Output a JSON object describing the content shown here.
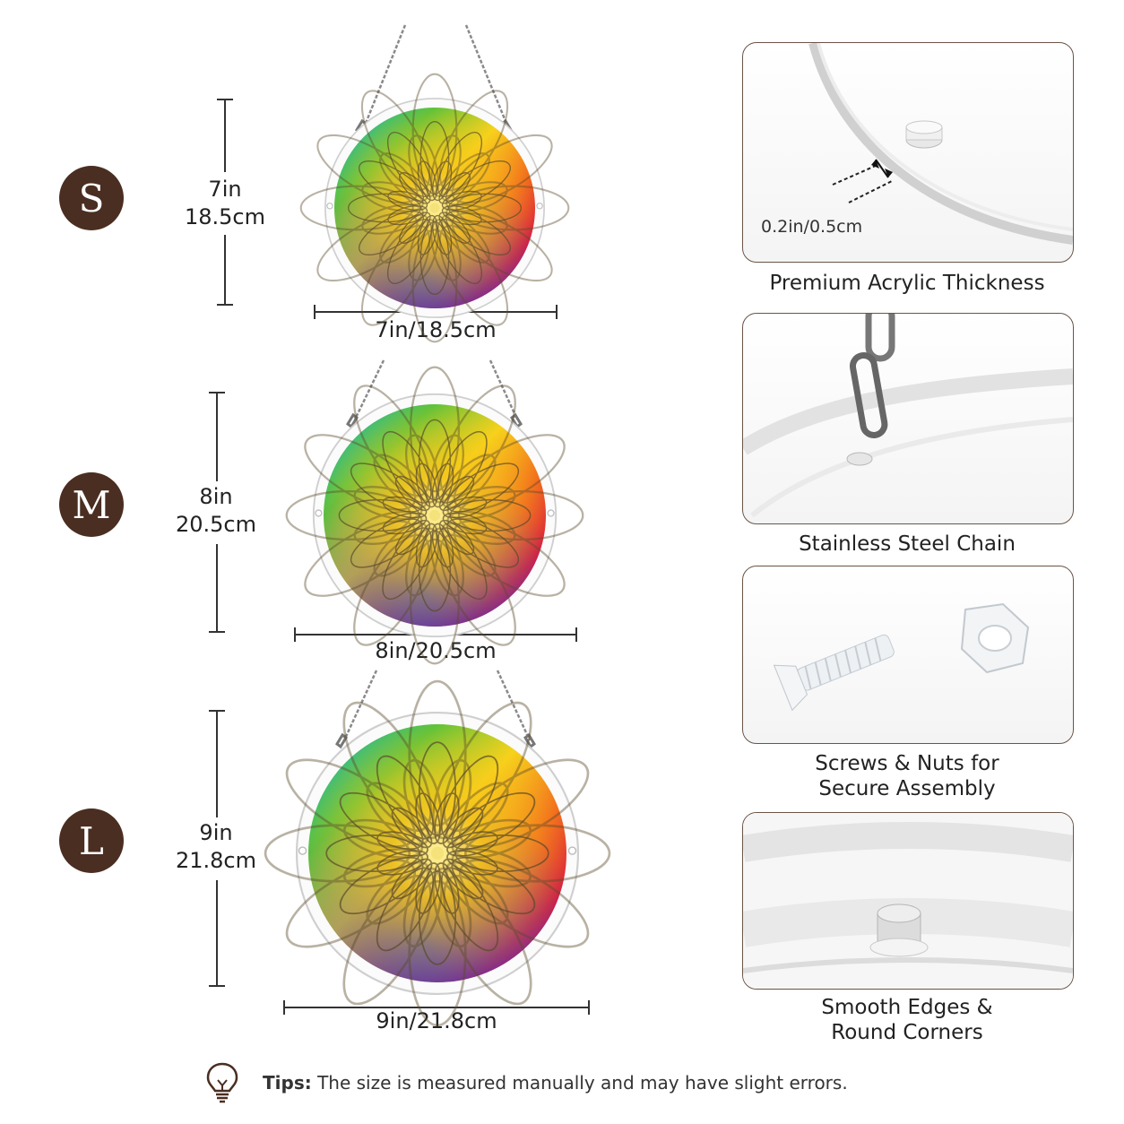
{
  "sizes": [
    {
      "badge": "S",
      "height_in": "7in",
      "height_cm": "18.5cm",
      "width_label": "7in/18.5cm"
    },
    {
      "badge": "M",
      "height_in": "8in",
      "height_cm": "20.5cm",
      "width_label": "8in/20.5cm"
    },
    {
      "badge": "L",
      "height_in": "9in",
      "height_cm": "21.8cm",
      "width_label": "9in/21.8cm"
    }
  ],
  "features": [
    {
      "caption_line1": "Premium Acrylic Thickness",
      "caption_line2": "",
      "callout": "0.2in/0.5cm"
    },
    {
      "caption_line1": "Stainless Steel Chain",
      "caption_line2": ""
    },
    {
      "caption_line1": "Screws & Nuts for",
      "caption_line2": "Secure Assembly"
    },
    {
      "caption_line1": "Smooth Edges &",
      "caption_line2": "Round Corners"
    }
  ],
  "tips": {
    "label": "Tips:",
    "text": "The size is measured manually and may have slight errors.",
    "icon": "lightbulb-icon"
  },
  "colors": {
    "badge": "#4a2e21",
    "panel_border": "#6a5448",
    "text": "#222222"
  }
}
